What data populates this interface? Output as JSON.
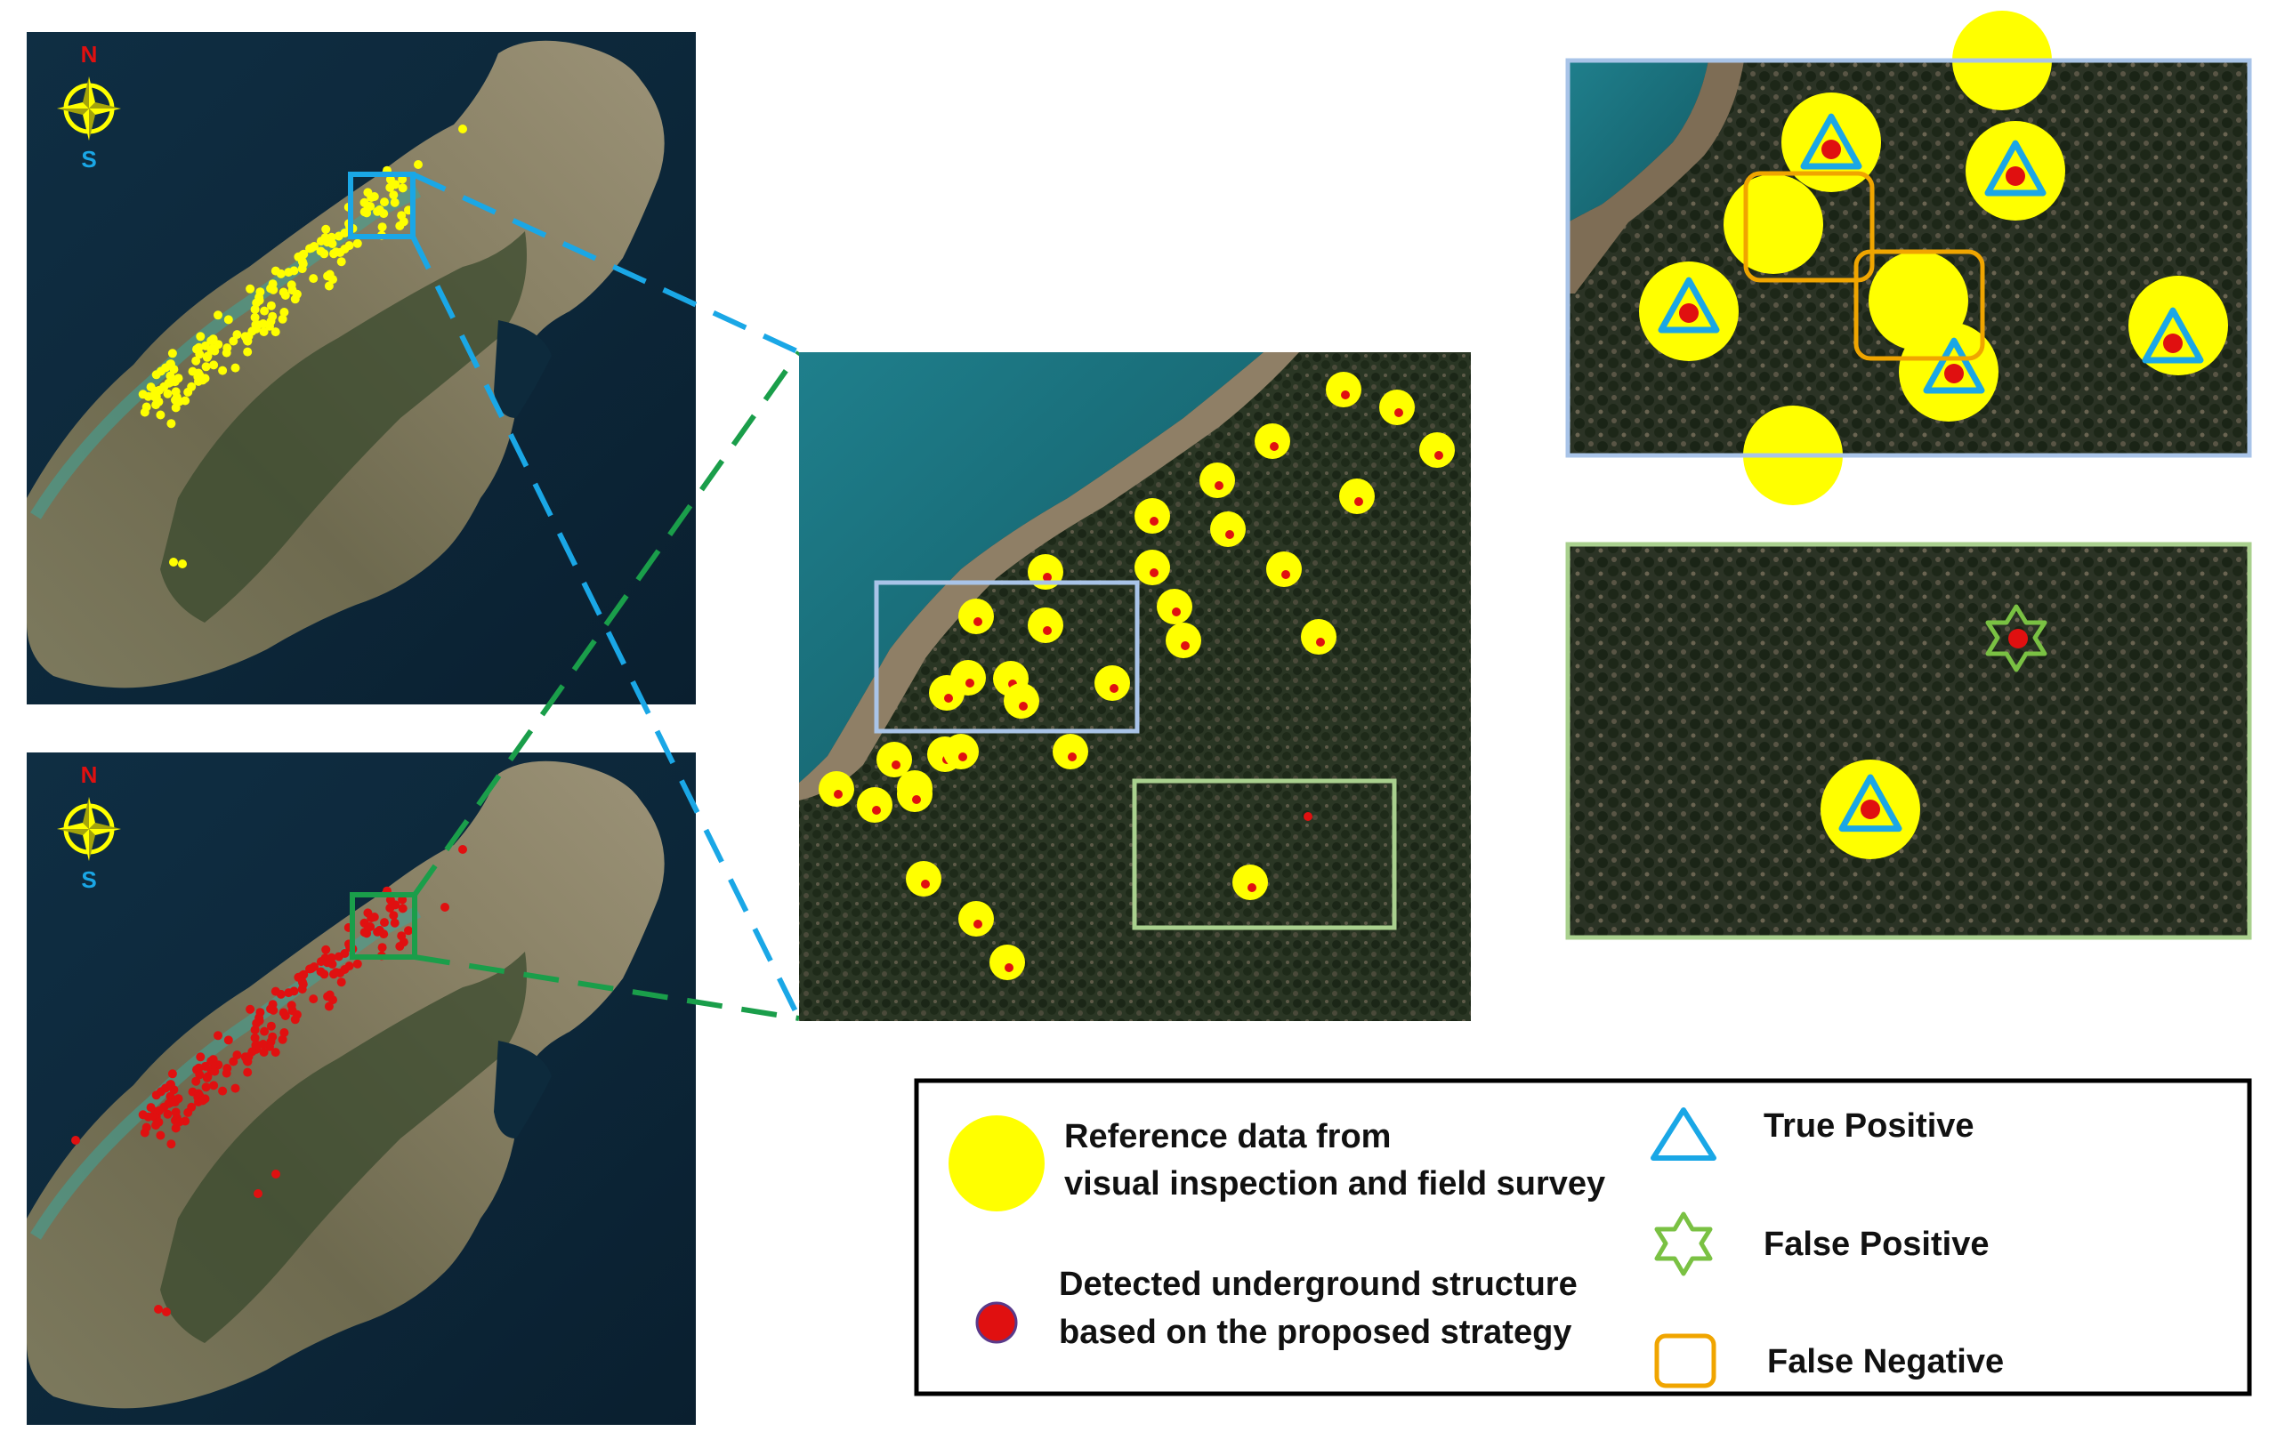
{
  "maps": {
    "top_island": {
      "compass": {
        "north": "N",
        "south": "S"
      }
    },
    "bottom_island": {
      "compass": {
        "north": "N",
        "south": "S"
      }
    }
  },
  "legend": {
    "reference": {
      "line1": "Reference data from",
      "line2": "visual inspection and field survey"
    },
    "detected": {
      "line1": "Detected underground structure",
      "line2": "based on the proposed strategy"
    },
    "true_positive": "True Positive",
    "false_positive": "False Positive",
    "false_negative": "False Negative"
  },
  "colors": {
    "reference_marker": "#ffff00",
    "detected_marker": "#e01010",
    "true_positive": "#1aa7e6",
    "false_positive": "#7ac143",
    "false_negative": "#f0a500",
    "zoom_blue": "#1aa7e6",
    "zoom_green": "#1a9e4a",
    "inset_blue_frame": "#a9c4e8",
    "inset_green_frame": "#a9d08e",
    "compass_north": "#e01010",
    "compass_south": "#1aa7e6"
  }
}
